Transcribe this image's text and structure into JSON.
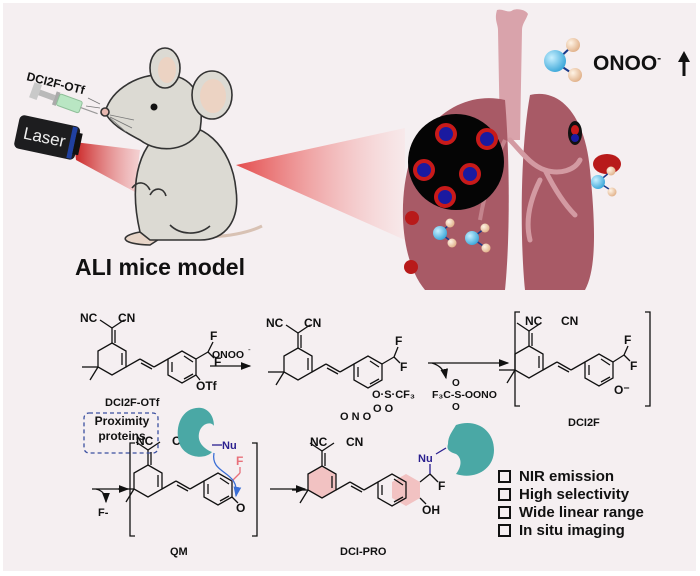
{
  "mouse_panel": {
    "title": "ALI mice model",
    "probe_label": "DCI2F-OTf",
    "laser_label": "Laser"
  },
  "lung_panel": {
    "analyte_label": "ONOO",
    "analyte_charge": "-",
    "trend": "increase"
  },
  "reaction_scheme": {
    "reactant": {
      "name": "DCI2F-OTf",
      "substituent": "OTf",
      "top_group": "NC CN"
    },
    "reagent": "ONOO",
    "reagent_charge": "-",
    "intermediate": {
      "leaving_group": "OONO"
    },
    "byproduct": "F3C-S(O2)-OONO",
    "phenolate": {
      "name": "DCI2F",
      "substituent": "O-"
    },
    "fluoride_loss": "F-",
    "quinone_methide": {
      "name": "QM",
      "substituent": "O",
      "fluoro": "F"
    },
    "proximity_box": "Proximity proteins",
    "nucleophile": "Nu",
    "product": {
      "name": "DCI-PRO",
      "substituent": "OH",
      "fluoro": "F",
      "nucleophile": "Nu"
    }
  },
  "features": [
    "NIR emission",
    "High selectivity",
    "Wide linear range",
    "In situ imaging"
  ],
  "colors": {
    "background": "#f5eff1",
    "lung": "#a85a66",
    "trachea": "#d9a3ab",
    "protein": "#4aa8a5",
    "nucleophile": "#2a1f8f",
    "arrow_blue": "#3b6fd6",
    "fluoro_pink": "#e8707a",
    "laser_red": "#d62424"
  }
}
